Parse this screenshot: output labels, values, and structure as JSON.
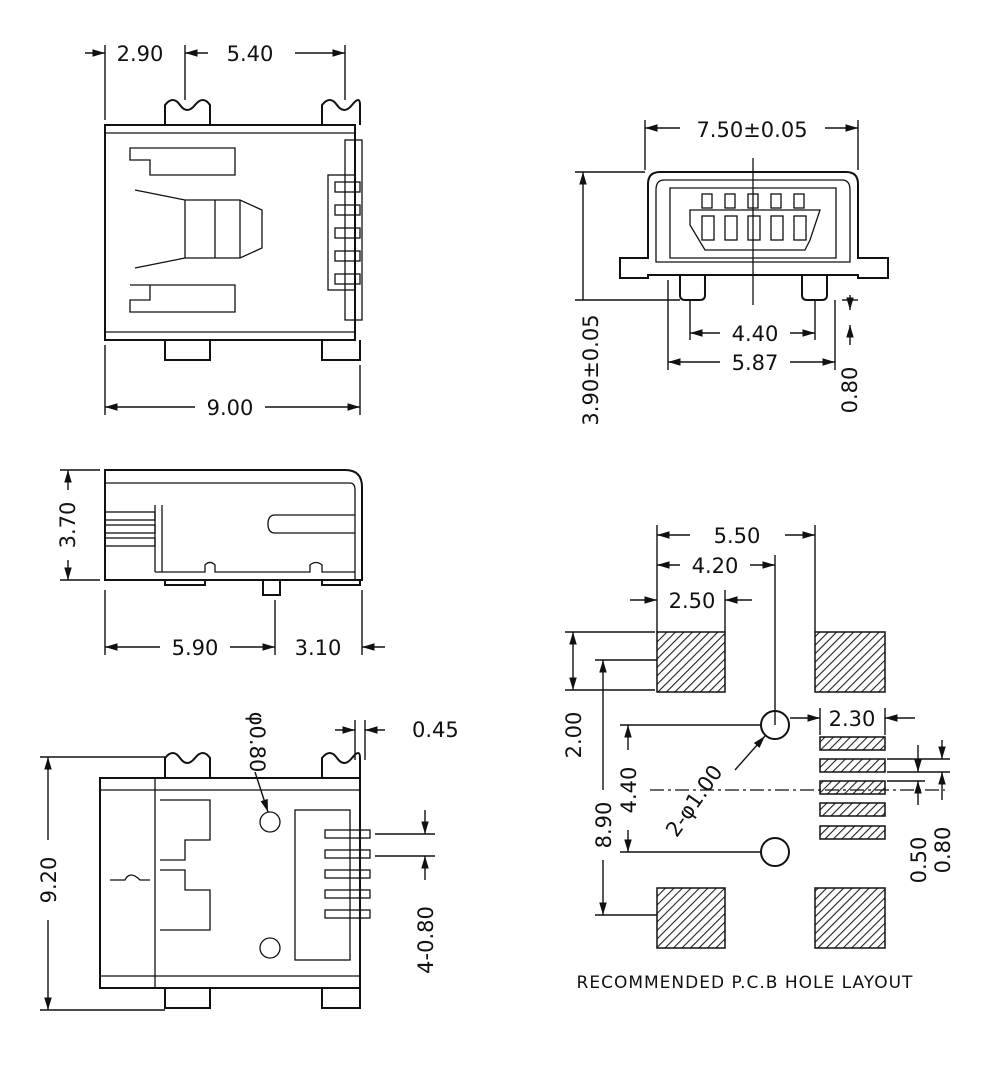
{
  "top_view": {
    "dim_left": "2.90",
    "dim_mid": "5.40",
    "dim_width": "9.00"
  },
  "front_view": {
    "dim_width": "7.50±0.05",
    "dim_height": "3.90±0.05",
    "dim_pegs_inner": "4.40",
    "dim_pegs_outer": "5.87",
    "dim_peg": "0.80"
  },
  "side_view": {
    "dim_height": "3.70",
    "dim_left": "5.90",
    "dim_right": "3.10"
  },
  "bottom_view": {
    "dim_hole": "φ0.80",
    "dim_pin_thk": "0.45",
    "dim_length": "9.20",
    "dim_pitch": "4-0.80"
  },
  "pcb_layout": {
    "dim_outer": "5.50",
    "dim_hole_x": "4.20",
    "dim_pad": "2.50",
    "dim_pad_h": "2.00",
    "dim_total_h": "8.90",
    "dim_hole_y": "4.40",
    "dim_holes": "2-φ1.00",
    "dim_pin_len": "2.30",
    "dim_pin_w": "0.50",
    "dim_pitch": "0.80",
    "title": "RECOMMENDED P.C.B HOLE LAYOUT"
  },
  "colors": {
    "line": "#111111",
    "background": "#ffffff"
  }
}
